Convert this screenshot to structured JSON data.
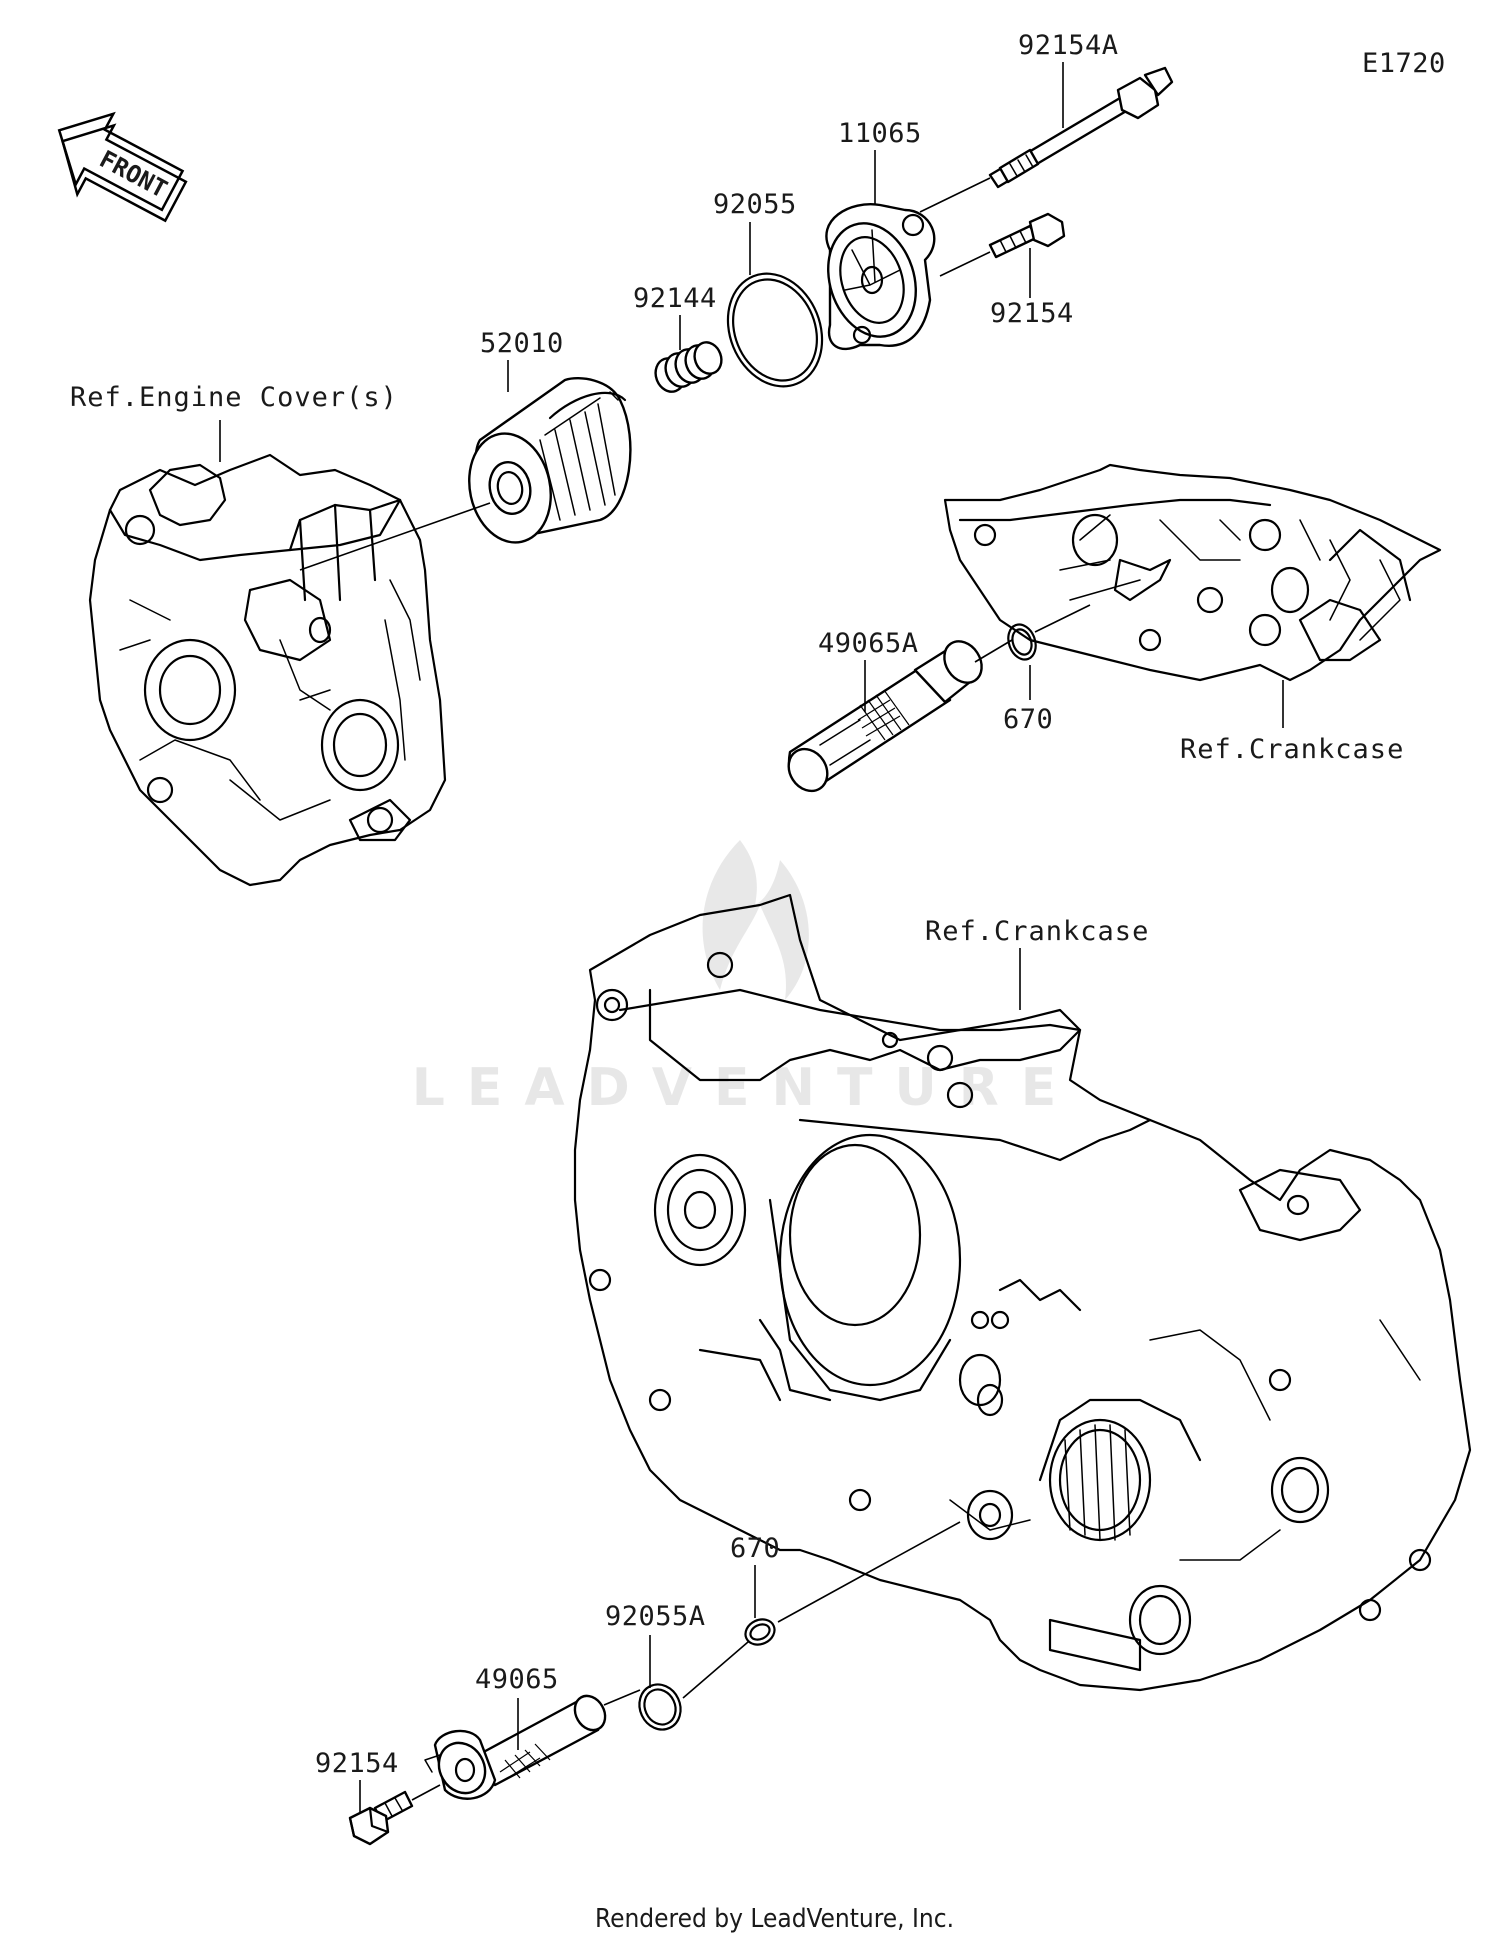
{
  "diagram_code": "E1720",
  "front_label": "FRONT",
  "parts": {
    "p92154A": "92154A",
    "p11065": "11065",
    "p92055": "92055",
    "p92154_top": "92154",
    "p92144": "92144",
    "p52010": "52010",
    "p49065A": "49065A",
    "p670_top": "670",
    "p670_bottom": "670",
    "p92055A": "92055A",
    "p49065": "49065",
    "p92154_bottom": "92154"
  },
  "references": {
    "engine_cover": "Ref.Engine Cover(s)",
    "crankcase_top": "Ref.Crankcase",
    "crankcase_main": "Ref.Crankcase"
  },
  "watermark": "LEADVENTURE",
  "footer": "Rendered by LeadVenture, Inc."
}
